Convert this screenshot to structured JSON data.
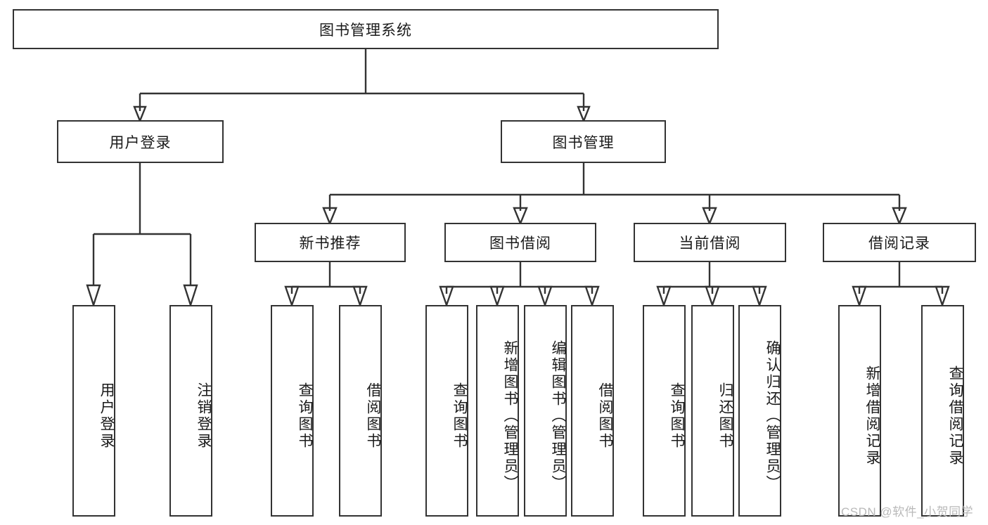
{
  "diagram": {
    "type": "tree-hierarchy-chart",
    "title": "图书管理系统",
    "root": {
      "id": "root",
      "label": "图书管理系统"
    },
    "level2": [
      {
        "id": "user-login",
        "label": "用户登录"
      },
      {
        "id": "book-manage",
        "label": "图书管理"
      }
    ],
    "level3": [
      {
        "id": "new-book-rec",
        "label": "新书推荐",
        "parent": "book-manage"
      },
      {
        "id": "book-borrow",
        "label": "图书借阅",
        "parent": "book-manage"
      },
      {
        "id": "current-borrow",
        "label": "当前借阅",
        "parent": "book-manage"
      },
      {
        "id": "borrow-record",
        "label": "借阅记录",
        "parent": "book-manage"
      }
    ],
    "leaves": [
      {
        "id": "leaf-user-login",
        "label": "用户登录",
        "parent": "user-login"
      },
      {
        "id": "leaf-logout",
        "label": "注销登录",
        "parent": "user-login"
      },
      {
        "id": "leaf-query-book-1",
        "label": "查询图书",
        "parent": "new-book-rec"
      },
      {
        "id": "leaf-borrow-book-1",
        "label": "借阅图书",
        "parent": "new-book-rec"
      },
      {
        "id": "leaf-query-book-2",
        "label": "查询图书",
        "parent": "book-borrow"
      },
      {
        "id": "leaf-add-book",
        "label": "新增图书（管理员）",
        "parent": "book-borrow"
      },
      {
        "id": "leaf-edit-book",
        "label": "编辑图书（管理员）",
        "parent": "book-borrow"
      },
      {
        "id": "leaf-borrow-book-2",
        "label": "借阅图书",
        "parent": "book-borrow"
      },
      {
        "id": "leaf-query-book-3",
        "label": "查询图书",
        "parent": "current-borrow"
      },
      {
        "id": "leaf-return-book",
        "label": "归还图书",
        "parent": "current-borrow"
      },
      {
        "id": "leaf-confirm-return",
        "label": "确认归还（管理员）",
        "parent": "current-borrow"
      },
      {
        "id": "leaf-add-record",
        "label": "新增借阅记录",
        "parent": "borrow-record"
      },
      {
        "id": "leaf-query-record",
        "label": "查询借阅记录",
        "parent": "borrow-record"
      }
    ],
    "colors": {
      "stroke": "#333333",
      "fill": "#ffffff",
      "text": "#1a1a1a",
      "watermark": "#b9b9b9"
    }
  },
  "watermark": {
    "text": "CSDN @软件_小贺同学"
  }
}
